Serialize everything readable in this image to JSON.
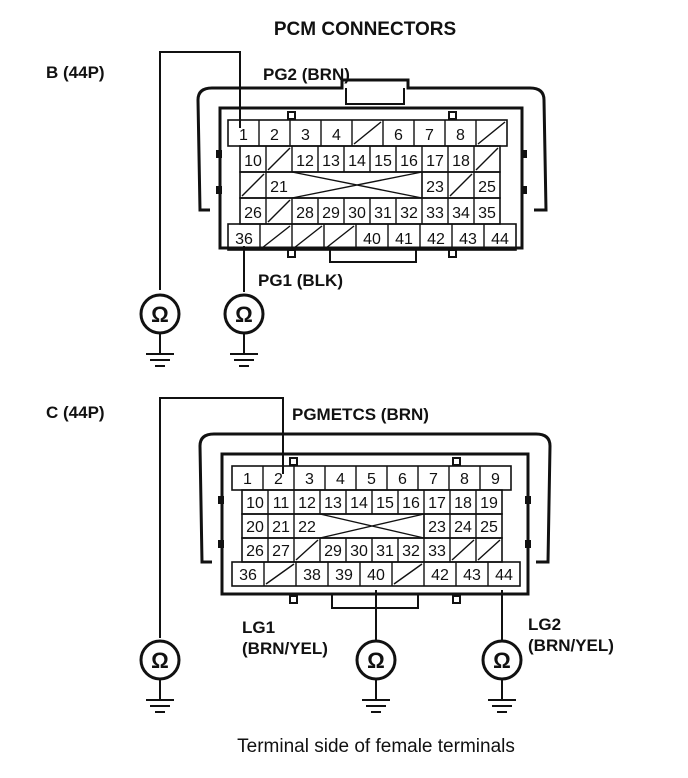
{
  "title": "PCM CONNECTORS",
  "caption": "Terminal side of female terminals",
  "connector_b": {
    "label": "B (44P)",
    "wire_top": "PG2 (BRN)",
    "wire_bottom": "PG1 (BLK)",
    "rows": [
      [
        "1",
        "2",
        "3",
        "4",
        "/",
        "6",
        "7",
        "8",
        "/"
      ],
      [
        "10",
        "/",
        "12",
        "13",
        "14",
        "15",
        "16",
        "17",
        "18",
        "/"
      ],
      [
        "/",
        "21",
        "",
        "",
        "",
        "",
        "",
        "23",
        "/",
        "25"
      ],
      [
        "26",
        "/",
        "28",
        "29",
        "30",
        "31",
        "32",
        "33",
        "34",
        "35"
      ],
      [
        "36",
        "/",
        "/",
        "/",
        "40",
        "41",
        "42",
        "43",
        "44"
      ]
    ]
  },
  "connector_c": {
    "label": "C (44P)",
    "wire_top": "PGMETCS (BRN)",
    "wire_lg1_line1": "LG1",
    "wire_lg1_line2": "(BRN/YEL)",
    "wire_lg2_line1": "LG2",
    "wire_lg2_line2": "(BRN/YEL)",
    "rows": [
      [
        "1",
        "2",
        "3",
        "4",
        "5",
        "6",
        "7",
        "8",
        "9"
      ],
      [
        "10",
        "11",
        "12",
        "13",
        "14",
        "15",
        "16",
        "17",
        "18",
        "19"
      ],
      [
        "20",
        "21",
        "22",
        "",
        "",
        "",
        "",
        "23",
        "24",
        "25"
      ],
      [
        "26",
        "27",
        "/",
        "29",
        "30",
        "31",
        "32",
        "33",
        "/",
        "/"
      ],
      [
        "36",
        "/",
        "38",
        "39",
        "40",
        "/",
        "42",
        "43",
        "44"
      ]
    ]
  },
  "ohm_symbol": "Ω"
}
